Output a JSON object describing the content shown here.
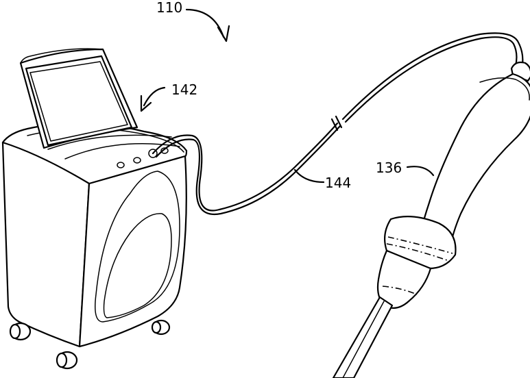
{
  "figure": {
    "labels": {
      "system": "110",
      "console": "142",
      "cable": "144",
      "probe": "136"
    }
  }
}
